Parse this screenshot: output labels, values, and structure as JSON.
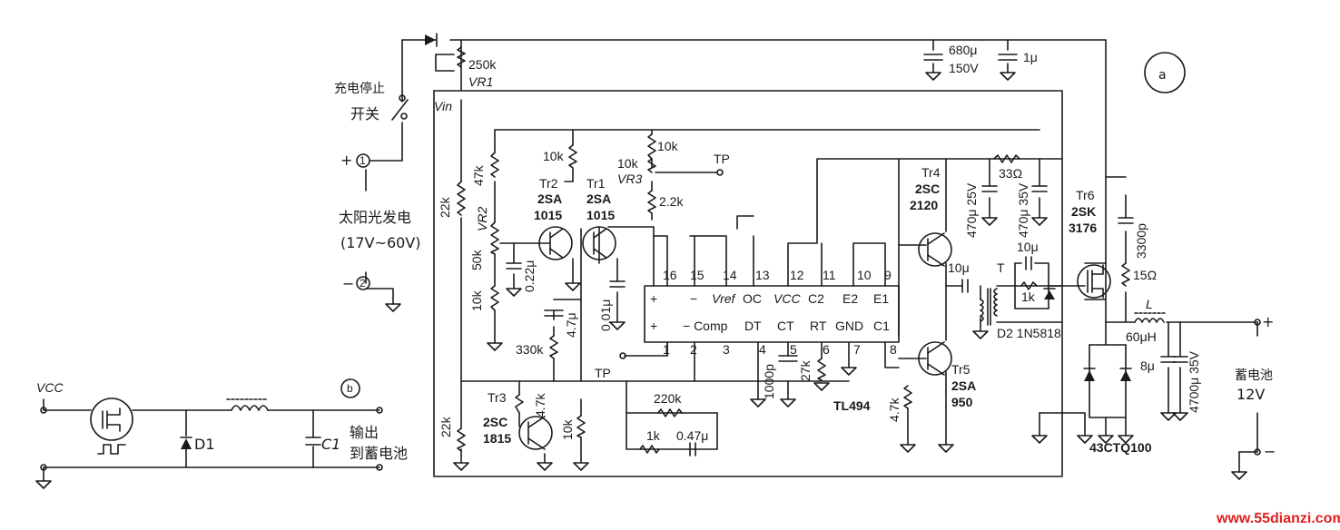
{
  "circuit_a": {
    "label": "a",
    "switch_label_1": "充电停止",
    "switch_label_2": "开关",
    "vin": "Vin",
    "source_label": "太阳光发电",
    "source_range": "(17V~60V)",
    "term1": "1",
    "term2": "2",
    "plus": "+",
    "minus": "−",
    "vr1_value": "250k",
    "vr1_name": "VR1",
    "c_in1": "680μ",
    "c_in1_v": "150V",
    "c_in2": "1μ",
    "r_22k_top": "22k",
    "r_22k_bot": "22k",
    "r_47k": "47k",
    "vr2_value": "50k",
    "vr2_name": "VR2",
    "r_10k_a": "10k",
    "c_022": "0.22μ",
    "r_10k_tr2": "10k",
    "tr2_name": "Tr2",
    "tr2_type1": "2SA",
    "tr2_type2": "1015",
    "tr1_name": "Tr1",
    "tr1_type1": "2SA",
    "tr1_type2": "1015",
    "c_47u": "4.7μ",
    "r_330k": "330k",
    "c_001": "0.01μ",
    "r_10k_vr3": "10k",
    "r_10k_vr3b": "10k",
    "vr3_name": "VR3",
    "r_22k_vr3": "2.2k",
    "tp1": "TP",
    "tp2": "TP",
    "ic_pins_top": [
      "16",
      "15",
      "14",
      "13",
      "12",
      "11",
      "10",
      "9"
    ],
    "ic_labels_top": [
      "+",
      "−",
      "Vref",
      "OC",
      "VCC",
      "C2",
      "E2",
      "E1"
    ],
    "ic_labels_bot": [
      "+",
      "− Comp",
      "DT",
      "CT",
      "RT",
      "GND",
      "C1"
    ],
    "ic_pins_bot": [
      "1",
      "2",
      "3",
      "4",
      "5",
      "6",
      "7",
      "8"
    ],
    "ic_name": "TL494",
    "c_1000p": "1000p",
    "r_27k": "27k",
    "tr3_name": "Tr3",
    "tr3_type1": "2SC",
    "tr3_type2": "1815",
    "r_47k_tr3": "4.7k",
    "r_10k_tr3": "10k",
    "r_220k": "220k",
    "r_1k_fb": "1k",
    "c_047": "0.47μ",
    "tr4_name": "Tr4",
    "tr4_type1": "2SC",
    "tr4_type2": "2120",
    "tr5_name": "Tr5",
    "tr5_type1": "2SA",
    "tr5_type2": "950",
    "r_47k_tr5": "4.7k",
    "c_470_25": "470μ 25V",
    "r_33": "33Ω",
    "c_470_35a": "470μ 35V",
    "c_10u_a": "10μ",
    "c_10u_b": "10μ",
    "t_label": "T",
    "r_1k_gate": "1k",
    "d2_label": "D2 1N5818",
    "tr6_name": "Tr6",
    "tr6_type1": "2SK",
    "tr6_type2": "3176",
    "c_3300p": "3300p",
    "r_15": "15Ω",
    "l_name": "L",
    "l_value": "60μH",
    "c_8u": "8μ",
    "c_4700": "4700μ 35V",
    "diode_name": "43CTQ100",
    "battery1": "蓄电池",
    "battery2": "12V"
  },
  "circuit_b": {
    "label": "b",
    "vcc": "VCC",
    "d1": "D1",
    "c1": "C1",
    "out1": "输出",
    "out2": "到蓄电池"
  },
  "watermark": "www.55dianzi.com"
}
